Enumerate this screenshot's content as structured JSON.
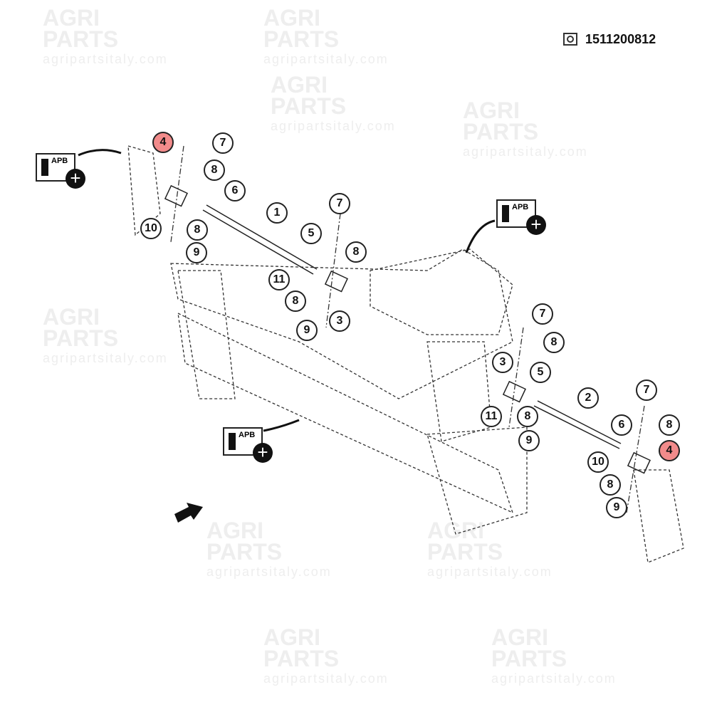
{
  "header": {
    "part_code": "1511200812",
    "code_icon": "drawing-gear-icon"
  },
  "watermark": {
    "line1": "AGRI",
    "line2": "PARTS",
    "url": "agripartsitaly.com"
  },
  "apb_label": "APB",
  "highlight_color": "#f28b8b",
  "callouts": [
    "4",
    "7",
    "8",
    "6",
    "10",
    "8",
    "9",
    "1",
    "5",
    "7",
    "8",
    "11",
    "8",
    "9",
    "3",
    "7",
    "8",
    "3",
    "5",
    "2",
    "11",
    "8",
    "9",
    "6",
    "8",
    "7",
    "4",
    "10",
    "8",
    "9"
  ],
  "highlighted_part": "4"
}
